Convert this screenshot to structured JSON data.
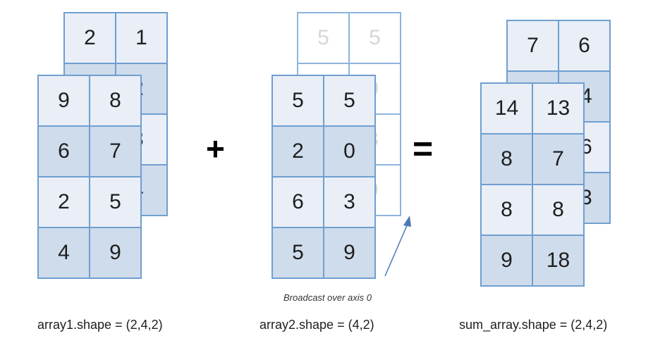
{
  "array1": {
    "back": [
      [
        "2",
        "1"
      ],
      [
        "",
        "2"
      ],
      [
        "",
        "3"
      ],
      [
        "",
        "4"
      ]
    ],
    "front": [
      [
        "9",
        "8"
      ],
      [
        "6",
        "7"
      ],
      [
        "2",
        "5"
      ],
      [
        "4",
        "9"
      ]
    ],
    "caption": "array1.shape = (2,4,2)"
  },
  "array2": {
    "back": [
      [
        "5",
        "5"
      ],
      [
        "",
        "0"
      ],
      [
        "",
        "3"
      ],
      [
        "",
        "9"
      ]
    ],
    "front": [
      [
        "5",
        "5"
      ],
      [
        "2",
        "0"
      ],
      [
        "6",
        "3"
      ],
      [
        "5",
        "9"
      ]
    ],
    "caption": "array2.shape = (4,2)",
    "note": "Broadcast over axis 0"
  },
  "sum_array": {
    "back": [
      [
        "7",
        "6"
      ],
      [
        "",
        "4"
      ],
      [
        "",
        "6"
      ],
      [
        "",
        "3"
      ]
    ],
    "front": [
      [
        "14",
        "13"
      ],
      [
        "8",
        "7"
      ],
      [
        "8",
        "8"
      ],
      [
        "9",
        "18"
      ]
    ],
    "caption": "sum_array.shape = (2,4,2)"
  },
  "operators": {
    "plus": "+",
    "equals": "="
  },
  "colors": {
    "border": "#6f9fd0",
    "light_cell": "#e9eef7",
    "dark_cell": "#cfdcec",
    "ghost_text": "#d6d6d6"
  }
}
